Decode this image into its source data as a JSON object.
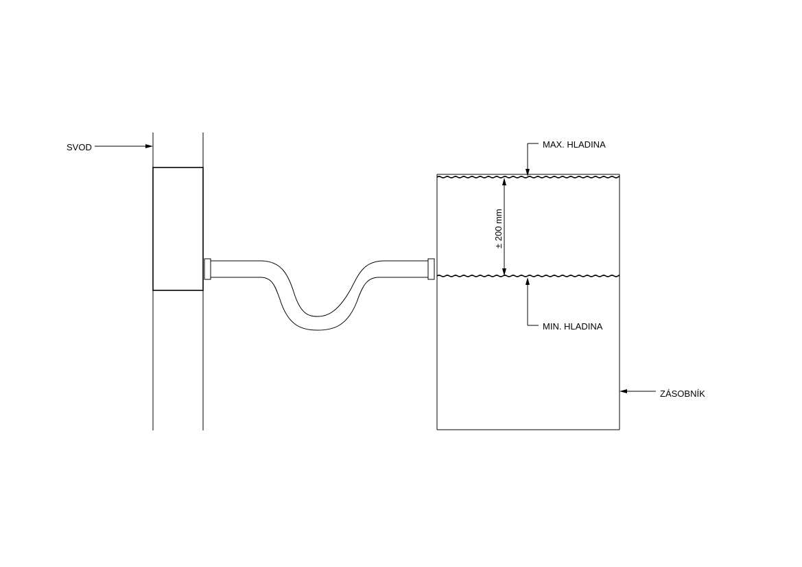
{
  "labels": {
    "downpipe": "SVOD",
    "max_level": "MAX. HLADINA",
    "min_level": "MIN. HLADINA",
    "tank": "ZÁSOBNÍK",
    "level_range": "± 200 mm"
  }
}
